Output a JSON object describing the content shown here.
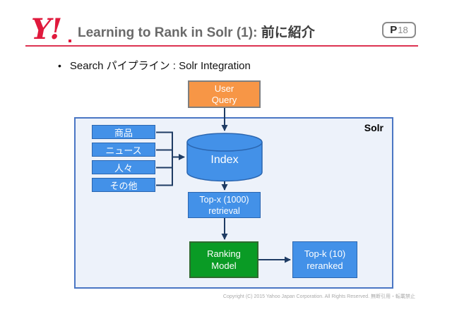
{
  "header": {
    "logo": "Y!",
    "title_en": "Learning to Rank in Solr (1): ",
    "title_ja": "前に紹介",
    "page_prefix": "P",
    "page_number": "18"
  },
  "bullet": {
    "marker": "•",
    "text": "Search パイプライン : Solr Integration"
  },
  "diagram": {
    "container_label": "Solr",
    "user_query": {
      "label": "User\nQuery"
    },
    "sources": [
      {
        "label": "商品"
      },
      {
        "label": "ニュース"
      },
      {
        "label": "人々"
      },
      {
        "label": "その他"
      }
    ],
    "index": {
      "label": "Index"
    },
    "topx": {
      "label": "Top-x (1000)\nretrieval"
    },
    "ranking": {
      "label": "Ranking\nModel"
    },
    "topk": {
      "label": "Top-k (10)\nreranked"
    }
  },
  "footer": {
    "copyright": "Copyright (C) 2015 Yahoo Japan Corporation. All Rights Reserved. 無断引用・転載禁止"
  },
  "colors": {
    "brand_red": "#e0193c",
    "divider_red": "#dd3352",
    "accent_blue": "#4391e8",
    "blue_border": "#2b66b0",
    "accent_orange": "#f79646",
    "accent_green": "#0a9b25",
    "arrow_navy": "#1f3c64",
    "container_fill": "#edf2fa",
    "container_border": "#4a76c4"
  }
}
